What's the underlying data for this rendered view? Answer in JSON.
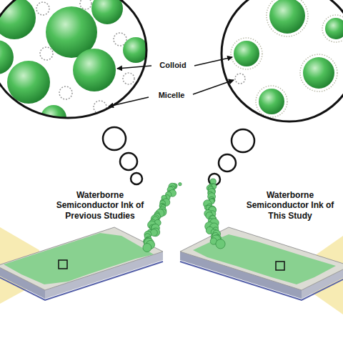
{
  "diagram": {
    "labels": [
      "Colloid",
      "Micelle",
      "Waterborne Semiconductor Ink of Previous Studies",
      "Waterborne Semiconductor Ink of This Study"
    ]
  }
}
